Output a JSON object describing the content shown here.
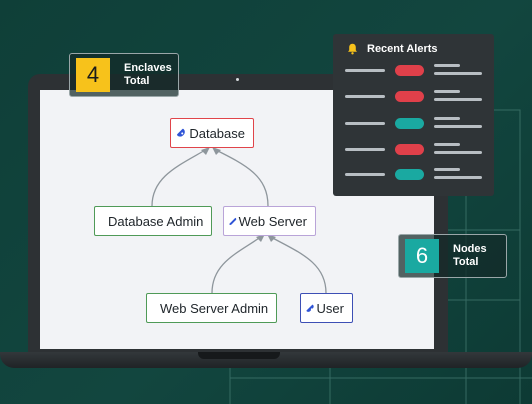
{
  "stats": {
    "enclaves": {
      "value": "4",
      "label_line1": "Enclaves",
      "label_line2": "Total"
    },
    "nodes": {
      "value": "6",
      "label_line1": "Nodes",
      "label_line2": "Total"
    }
  },
  "diagram": {
    "nodes": [
      {
        "id": "database",
        "label": "Database"
      },
      {
        "id": "database-admin",
        "label": "Database Admin"
      },
      {
        "id": "web-server",
        "label": "Web Server"
      },
      {
        "id": "web-server-admin",
        "label": "Web Server Admin"
      },
      {
        "id": "user",
        "label": "User"
      }
    ],
    "edges": [
      {
        "from": "database-admin",
        "to": "database"
      },
      {
        "from": "web-server",
        "to": "database"
      },
      {
        "from": "web-server-admin",
        "to": "web-server"
      },
      {
        "from": "user",
        "to": "web-server"
      }
    ]
  },
  "alerts": {
    "title": "Recent Alerts",
    "rows": [
      {
        "status": "red"
      },
      {
        "status": "red"
      },
      {
        "status": "teal"
      },
      {
        "status": "red"
      },
      {
        "status": "teal"
      }
    ]
  },
  "colors": {
    "background": "#0f3f38",
    "alert_red": "#e0404a",
    "alert_teal": "#1aa9a1",
    "enclave_badge": "#f7c21b",
    "node_badge": "#1aa9a1",
    "tag_icon": "#2f54d6"
  },
  "icons": {
    "alerts_header": "bell-icon",
    "node_tag": "tag-icon"
  }
}
